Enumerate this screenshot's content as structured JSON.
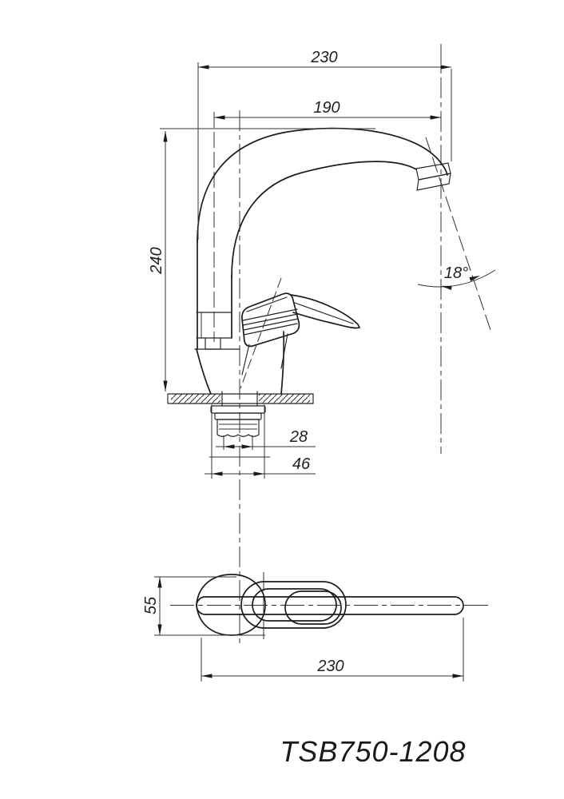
{
  "document": {
    "type": "technical-drawing",
    "subject": "single-lever kitchen sink mixer faucet, side elevation and plan view",
    "background": "#ffffff",
    "line_color": "#1c1c1c"
  },
  "title_block": {
    "model_number": "TSB750-1208"
  },
  "front_view": {
    "name": "faucet-side-elevation",
    "dimensions": {
      "overall_depth": "230",
      "spout_reach": "190",
      "height_above_deck": "240",
      "outlet_angle": "18°",
      "shank_width": "28",
      "base_width": "46"
    }
  },
  "top_view": {
    "name": "faucet-plan-view",
    "dimensions": {
      "body_width": "55",
      "overall_length": "230"
    }
  }
}
